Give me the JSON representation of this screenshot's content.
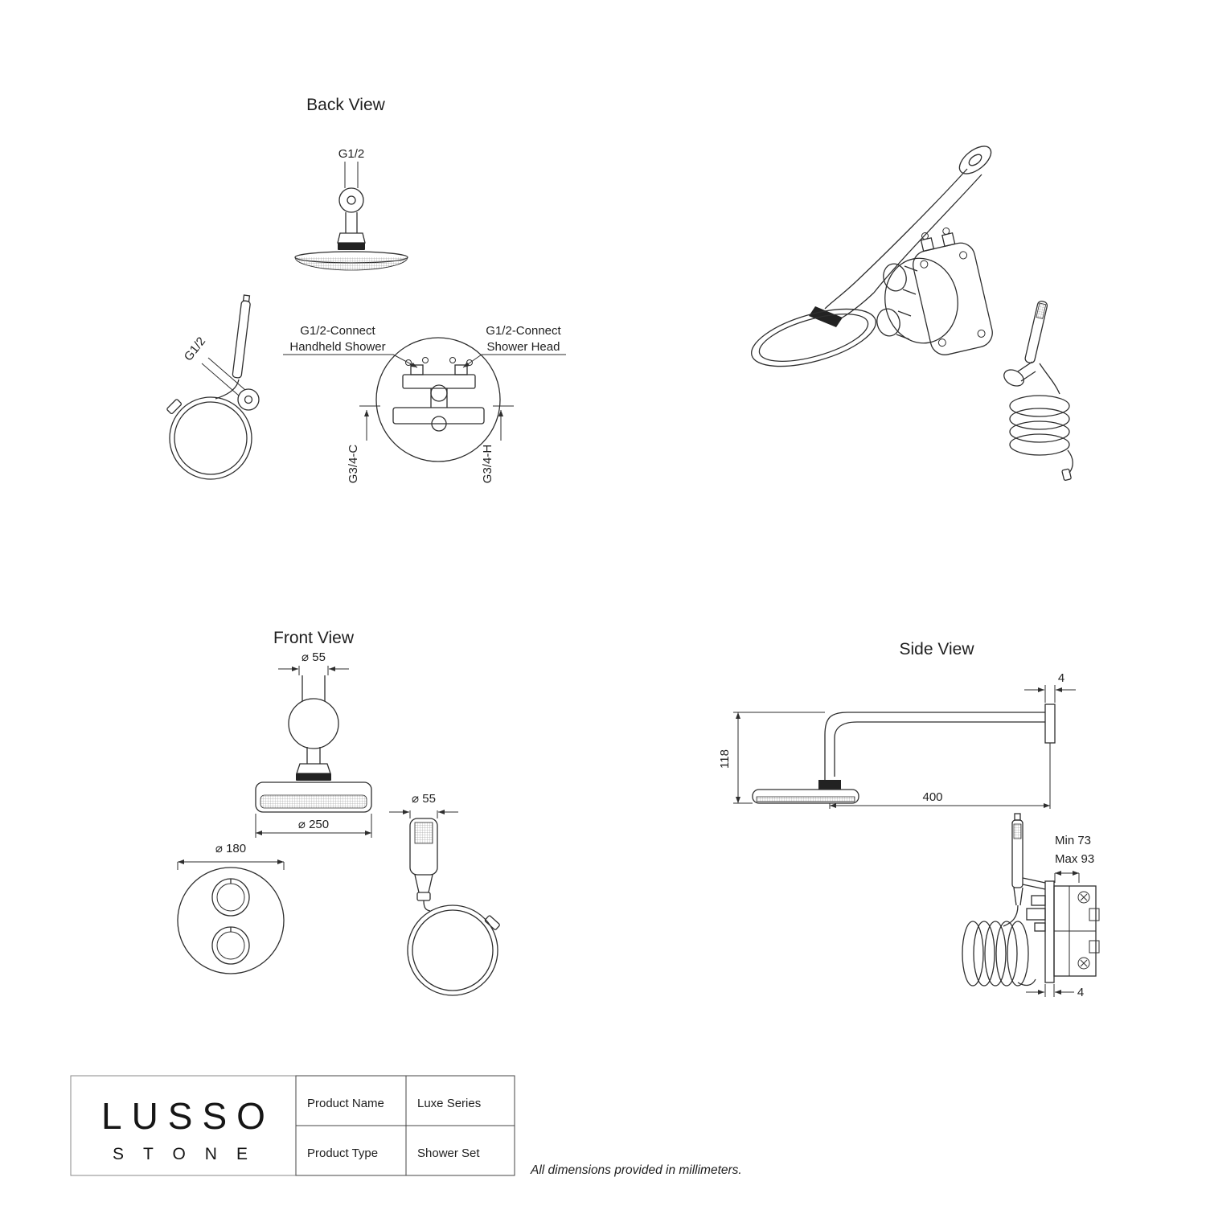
{
  "drawing": {
    "units_note": "All dimensions provided in millimeters.",
    "views": {
      "back": {
        "title": "Back View",
        "labels": {
          "g12_head": "G1/2",
          "g12_handheld": "G1/2",
          "connect_handheld_1": "G1/2-Connect",
          "connect_handheld_2": "Handheld Shower",
          "connect_head_1": "G1/2-Connect",
          "connect_head_2": "Shower Head",
          "cold_port": "G3/4-C",
          "hot_port": "G3/4-H"
        }
      },
      "front": {
        "title": "Front View",
        "dims": {
          "arm_dia": "⌀ 55",
          "head_dia": "⌀ 250",
          "valve_dia": "⌀ 180",
          "handheld_dia": "⌀ 55"
        }
      },
      "side": {
        "title": "Side View",
        "dims": {
          "wall_plate": "4",
          "drop_height": "118",
          "arm_reach": "400",
          "depth_min": "Min 73",
          "depth_max": "Max 93",
          "valve_plate": "4"
        }
      }
    },
    "footer": {
      "brand_top": "LUSSO",
      "brand_bottom": "STONE",
      "table": {
        "rows": [
          {
            "label": "Product Name",
            "value": "Luxe Series"
          },
          {
            "label": "Product Type",
            "value": "Shower Set"
          }
        ]
      }
    }
  }
}
